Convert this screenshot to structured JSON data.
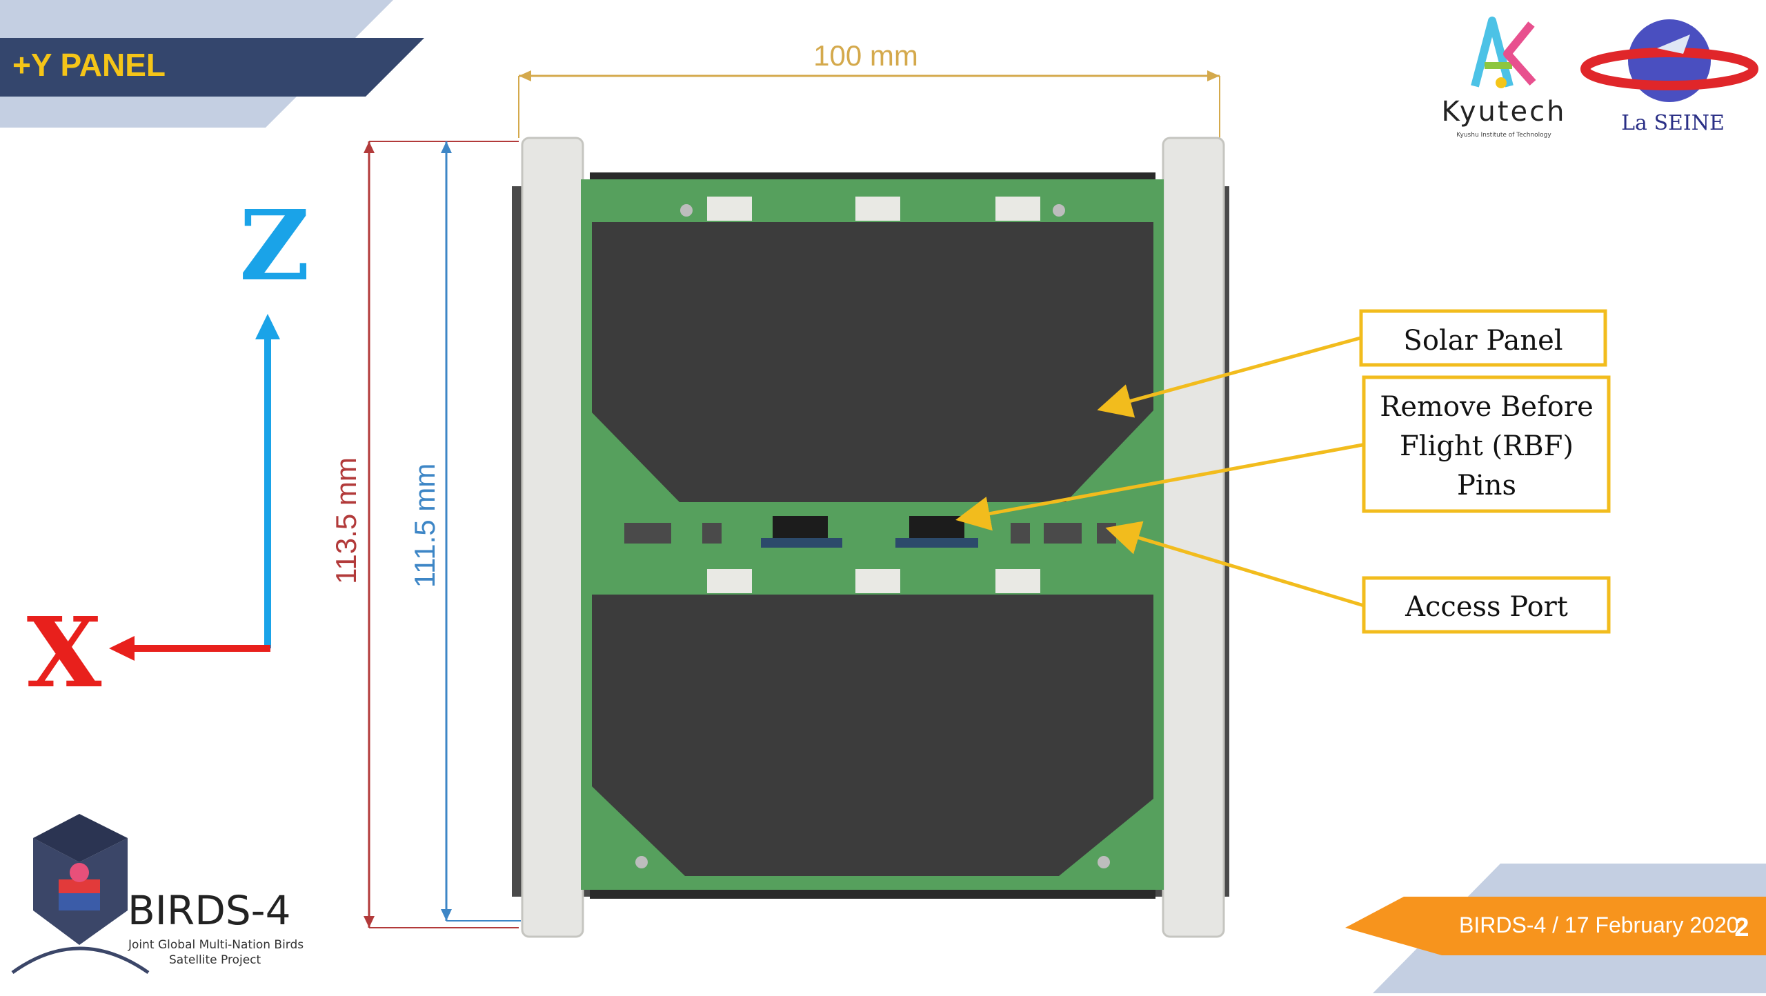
{
  "slide": {
    "title": "+Y PANEL",
    "footer": {
      "text": "BIRDS-4 /  17 February 2020",
      "page": "2"
    }
  },
  "logos": {
    "kyutech": {
      "name": "Kyutech",
      "sub": "Kyushu Institute of Technology"
    },
    "la_seine": {
      "name": "La SEINE"
    },
    "birds4": {
      "name": "BIRDS-4",
      "line1": "Joint Global Multi-Nation Birds",
      "line2": "Satellite Project"
    }
  },
  "axes": {
    "z_label": "Z",
    "x_label": "X"
  },
  "dimensions": {
    "width": "100 mm",
    "height_outer": "113.5 mm",
    "height_inner": "111.5 mm"
  },
  "callouts": {
    "solar_panel": "Solar Panel",
    "rbf_line1": "Remove Before",
    "rbf_line2": "Flight (RBF)",
    "rbf_line3": "Pins",
    "access_port": "Access Port"
  },
  "colors": {
    "banner_navy": "#34466d",
    "banner_light": "#c4cfe2",
    "title_yellow": "#f5c518",
    "dim_gold": "#d4a94c",
    "dim_red": "#b23a3a",
    "dim_blue": "#3d86c6",
    "axis_cyan": "#1aa3e8",
    "axis_red": "#e8201c",
    "pcb_green": "#56a05d",
    "solar_dark": "#3c3c3c",
    "callout_border": "#f2bc1d",
    "footer_orange": "#f7941d"
  }
}
